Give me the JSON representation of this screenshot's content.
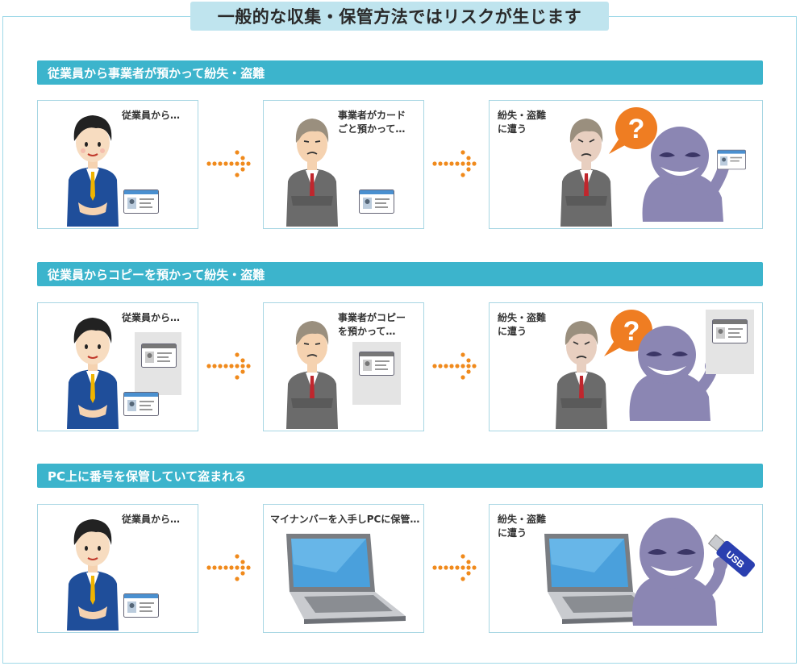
{
  "title": "一般的な収集・保管方法ではリスクが生じます",
  "sections": [
    {
      "heading": "従業員から事業者が預かって紛失・盗難",
      "step1": "従業員から…",
      "step2": [
        "事業者がカード",
        "ごと預かって…"
      ],
      "step3": [
        "紛失・盗難",
        "に遭う"
      ]
    },
    {
      "heading": "従業員からコピーを預かって紛失・盗難",
      "step1": "従業員から…",
      "step2": [
        "事業者がコピー",
        "を預かって…"
      ],
      "step3": [
        "紛失・盗難",
        "に遭う"
      ]
    },
    {
      "heading": "PC上に番号を保管していて盗まれる",
      "step1": "従業員から…",
      "step2": [
        "マイナンバーを入手しPCに保管…"
      ],
      "step3": [
        "紛失・盗難",
        "に遭う"
      ]
    }
  ],
  "question_mark": "?",
  "usb_label": "USB",
  "colors": {
    "accent": "#3cb4cc",
    "arrow": "#f08a1c",
    "thief": "#8b86b3",
    "bubble": "#ef7d22"
  }
}
